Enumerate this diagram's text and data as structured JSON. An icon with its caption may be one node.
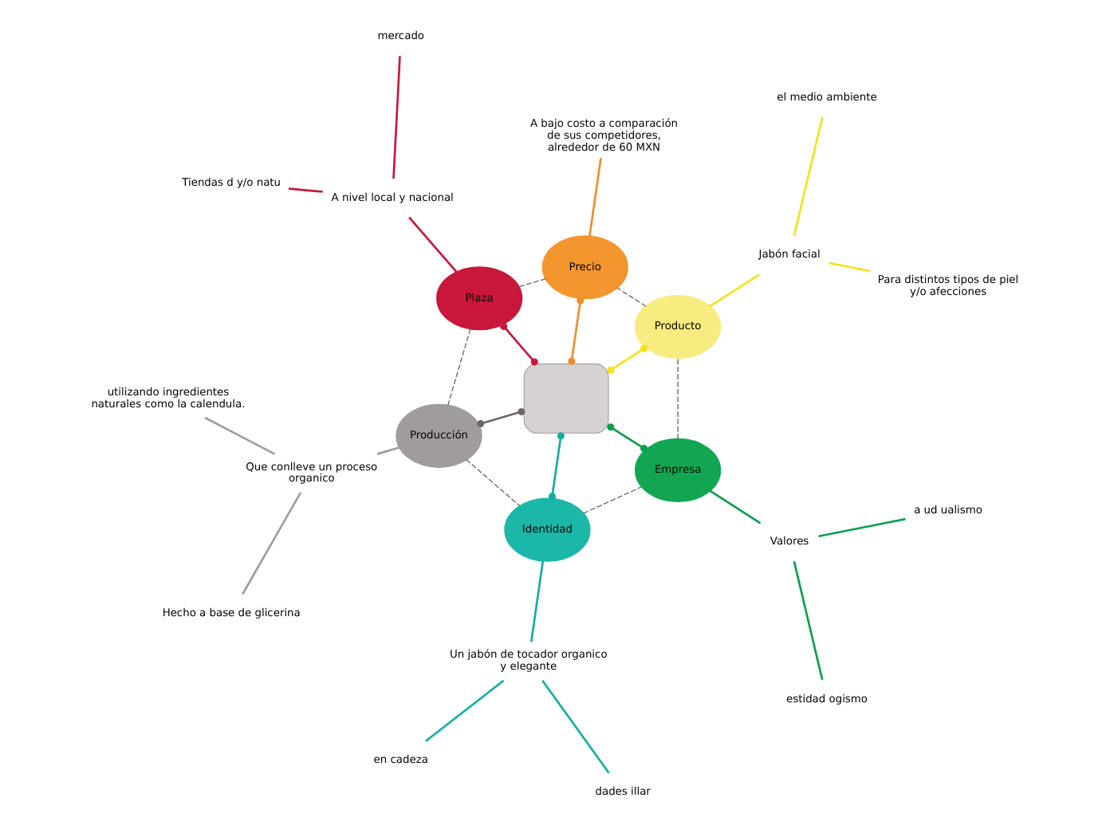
{
  "diagram": {
    "nodes": [
      {
        "text": [],
        "shape": "box"
      },
      {
        "text": [
          "Producto"
        ]
      },
      {
        "text": [
          "Precio"
        ]
      },
      {
        "text": [
          "Plaza"
        ]
      },
      {
        "text": [
          "Producción"
        ]
      },
      {
        "text": [
          "Identidad"
        ]
      },
      {
        "text": [
          "Empresa"
        ]
      },
      {
        "text": [
          "Jabón facial"
        ]
      },
      {
        "text": [
          "Para distintos tipos de piel y/o afecciones"
        ]
      },
      {
        "text": [
          "el medio ambiente"
        ]
      },
      {
        "text": [
          "A bajo costo a comparación de sus competidores, alrededor de 60 MXN"
        ]
      },
      {
        "text": [
          "A nivel local y nacional"
        ]
      },
      {
        "text": [
          "mercado"
        ]
      },
      {
        "text": [
          "Tiendas d y/o natu"
        ]
      },
      {
        "text": [
          "Que conlleve un proceso organico"
        ]
      },
      {
        "text": [
          "utilizando ingredientes naturales como la calendula."
        ]
      },
      {
        "text": [
          "Hecho a base de glicerina"
        ]
      },
      {
        "text": [
          "Un jabón de tocador organico y elegante"
        ]
      },
      {
        "text": [
          "en cadeza"
        ]
      },
      {
        "text": [
          "dades illar"
        ]
      },
      {
        "text": [
          "Valores"
        ]
      },
      {
        "text": [
          "estidad ogismo"
        ]
      },
      {
        "text": [
          "a ud ualismo"
        ]
      }
    ],
    "edges": [
      {
        "from": 0,
        "to": 1,
        "arrow": "other",
        "color": "#f5e31a"
      },
      {
        "from": 0,
        "to": 2,
        "arrow": "other",
        "color": "#f08c2a"
      },
      {
        "from": 0,
        "to": 3,
        "arrow": "other",
        "color": "#c8173a"
      },
      {
        "from": 0,
        "to": 4,
        "arrow": "other",
        "color": "#6e6767"
      },
      {
        "from": 0,
        "to": 5,
        "arrow": "other",
        "color": "#10b0a0"
      },
      {
        "from": 0,
        "to": 6,
        "arrow": "other",
        "color": "#0a9f4a"
      },
      {
        "from": 1,
        "to": 2,
        "arrow": "none",
        "style": "dashed",
        "color": "#666666"
      },
      {
        "from": 2,
        "to": 3,
        "arrow": "none",
        "style": "dashed",
        "color": "#666666"
      },
      {
        "from": 3,
        "to": 4,
        "arrow": "none",
        "style": "dashed",
        "color": "#666666"
      },
      {
        "from": 4,
        "to": 5,
        "arrow": "none",
        "style": "dashed",
        "color": "#666666"
      },
      {
        "from": 5,
        "to": 6,
        "arrow": "none",
        "style": "dashed",
        "color": "#666666"
      },
      {
        "from": 6,
        "to": 1,
        "arrow": "none",
        "style": "dashed",
        "color": "#666666"
      },
      {
        "from": 1,
        "to": 7,
        "arrow": "none",
        "color": "#f5e31a"
      },
      {
        "from": 7,
        "to": 8,
        "arrow": "none",
        "color": "#f5e31a"
      },
      {
        "from": 7,
        "to": 9,
        "arrow": "none",
        "color": "#f5e31a"
      },
      {
        "from": 2,
        "to": 10,
        "arrow": "none",
        "color": "#f08c2a"
      },
      {
        "from": 3,
        "to": 11,
        "arrow": "none",
        "color": "#c8173a"
      },
      {
        "from": 11,
        "to": 12,
        "arrow": "none",
        "color": "#c8173a"
      },
      {
        "from": 11,
        "to": 13,
        "arrow": "none",
        "color": "#c8173a"
      },
      {
        "from": 4,
        "to": 14,
        "arrow": "none",
        "color": "#a09c9c"
      },
      {
        "from": 14,
        "to": 15,
        "arrow": "none",
        "color": "#a09c9c"
      },
      {
        "from": 14,
        "to": 16,
        "arrow": "none",
        "color": "#a09c9c"
      },
      {
        "from": 5,
        "to": 17,
        "arrow": "none",
        "color": "#10b0a0"
      },
      {
        "from": 17,
        "to": 18,
        "arrow": "none",
        "color": "#10b0a0"
      },
      {
        "from": 17,
        "to": 19,
        "arrow": "none",
        "color": "#10b0a0"
      },
      {
        "from": 6,
        "to": 20,
        "arrow": "none",
        "color": "#0a9f4a"
      },
      {
        "from": 20,
        "to": 21,
        "arrow": "none",
        "color": "#0a9f4a"
      },
      {
        "from": 20,
        "to": 22,
        "arrow": "none",
        "color": "#0a9f4a"
      }
    ]
  }
}
